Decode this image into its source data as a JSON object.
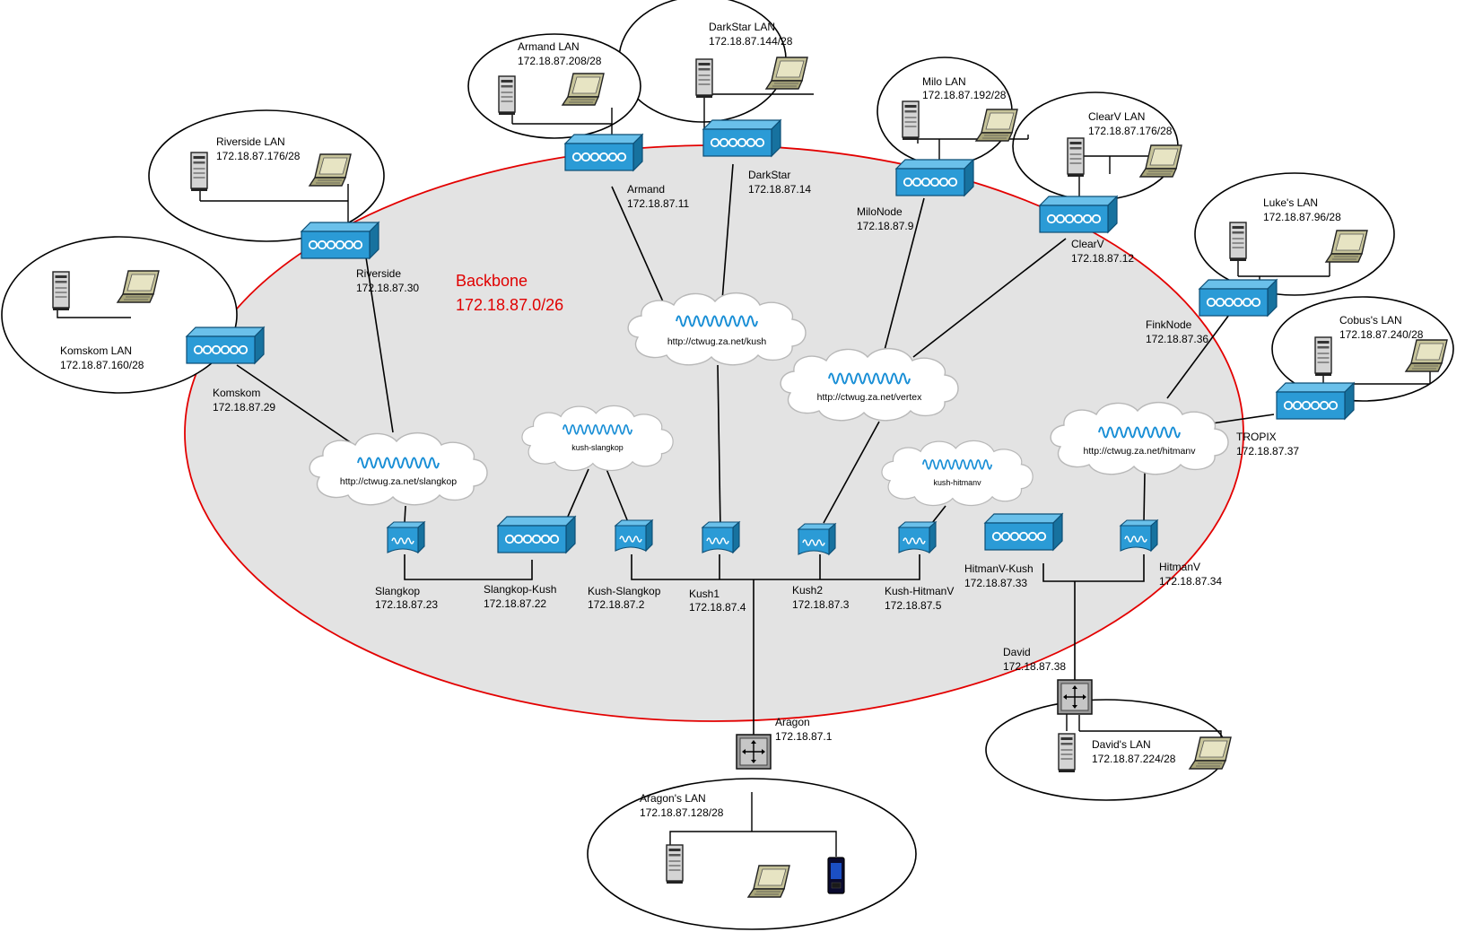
{
  "backbone": {
    "name": "Backbone",
    "subnet": "172.18.87.0/26",
    "label_color": "#e00000",
    "fill": "#e3e3e3"
  },
  "colors": {
    "device_blue": "#2b9bd6",
    "device_dark": "#17729f",
    "wave": "#1a8fd6",
    "router_grey": "#9a9a9a"
  },
  "lans": [
    {
      "id": "darkstar",
      "name": "DarkStar LAN",
      "subnet": "172.18.87.144/28"
    },
    {
      "id": "armand",
      "name": "Armand LAN",
      "subnet": "172.18.87.208/28"
    },
    {
      "id": "milo",
      "name": "Milo LAN",
      "subnet": "172.18.87.192/28"
    },
    {
      "id": "clearv",
      "name": "ClearV LAN",
      "subnet": "172.18.87.176/28"
    },
    {
      "id": "riverside",
      "name": "Riverside LAN",
      "subnet": "172.18.87.176/28"
    },
    {
      "id": "lukes",
      "name": "Luke's LAN",
      "subnet": "172.18.87.96/28"
    },
    {
      "id": "komskom",
      "name": "Komskom LAN",
      "subnet": "172.18.87.160/28"
    },
    {
      "id": "cobus",
      "name": "Cobus's LAN",
      "subnet": "172.18.87.240/28"
    },
    {
      "id": "davids",
      "name": "David's LAN",
      "subnet": "172.18.87.224/28"
    },
    {
      "id": "aragons",
      "name": "Aragon's LAN",
      "subnet": "172.18.87.128/28"
    }
  ],
  "nodes": [
    {
      "id": "armand",
      "name": "Armand",
      "ip": "172.18.87.11"
    },
    {
      "id": "darkstar",
      "name": "DarkStar",
      "ip": "172.18.87.14"
    },
    {
      "id": "milonode",
      "name": "MiloNode",
      "ip": "172.18.87.9"
    },
    {
      "id": "clearv",
      "name": "ClearV",
      "ip": "172.18.87.12"
    },
    {
      "id": "riverside",
      "name": "Riverside",
      "ip": "172.18.87.30"
    },
    {
      "id": "finknode",
      "name": "FinkNode",
      "ip": "172.18.87.36"
    },
    {
      "id": "komskom",
      "name": "Komskom",
      "ip": "172.18.87.29"
    },
    {
      "id": "tropix",
      "name": "TROPIX",
      "ip": "172.18.87.37"
    },
    {
      "id": "slangkop",
      "name": "Slangkop",
      "ip": "172.18.87.23"
    },
    {
      "id": "slangkop-kush",
      "name": "Slangkop-Kush",
      "ip": "172.18.87.22"
    },
    {
      "id": "kush-slangkop",
      "name": "Kush-Slangkop",
      "ip": "172.18.87.2"
    },
    {
      "id": "kush1",
      "name": "Kush1",
      "ip": "172.18.87.4"
    },
    {
      "id": "kush2",
      "name": "Kush2",
      "ip": "172.18.87.3"
    },
    {
      "id": "kush-hitmanv",
      "name": "Kush-HitmanV",
      "ip": "172.18.87.5"
    },
    {
      "id": "hitmanv-kush",
      "name": "HitmanV-Kush",
      "ip": "172.18.87.33"
    },
    {
      "id": "hitmanv",
      "name": "HitmanV",
      "ip": "172.18.87.34"
    },
    {
      "id": "david",
      "name": "David",
      "ip": "172.18.87.38"
    },
    {
      "id": "aragon",
      "name": "Aragon",
      "ip": "172.18.87.1"
    }
  ],
  "clouds": [
    {
      "id": "kush",
      "label": "http://ctwug.za.net/kush"
    },
    {
      "id": "vertex",
      "label": "http://ctwug.za.net/vertex"
    },
    {
      "id": "slangkop",
      "label": "http://ctwug.za.net/slangkop"
    },
    {
      "id": "kush-slangkop",
      "label": "kush-slangkop"
    },
    {
      "id": "kush-hitmanv",
      "label": "kush-hitmanv"
    },
    {
      "id": "hitmanv",
      "label": "http://ctwug.za.net/hitmanv"
    }
  ]
}
